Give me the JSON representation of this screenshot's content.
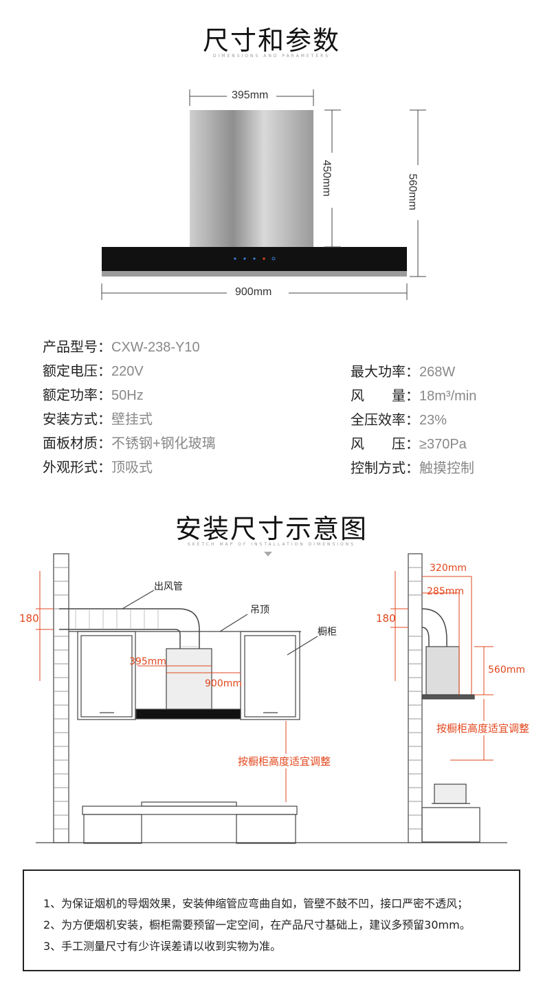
{
  "section1": {
    "title": "尺寸和参数",
    "subtitle": "DIMENSIONS AND PARAMETERS",
    "dims": {
      "width_top": "395mm",
      "height_body": "450mm",
      "height_total": "560mm",
      "width_total": "900mm"
    }
  },
  "specs_left": [
    {
      "label": "产品型号：",
      "value": "CXW-238-Y10"
    },
    {
      "label": "额定电压：",
      "value": "220V"
    },
    {
      "label": "额定功率：",
      "value": "50Hz"
    },
    {
      "label": "安装方式：",
      "value": "壁挂式"
    },
    {
      "label": "面板材质：",
      "value": "不锈钢+钢化玻璃"
    },
    {
      "label": "外观形式：",
      "value": "顶吸式"
    }
  ],
  "specs_right": [
    {
      "label": "最大功率：",
      "value": "268W"
    },
    {
      "label": "风　　量：",
      "value": "18m³/min"
    },
    {
      "label": "全压效率：",
      "value": "23%"
    },
    {
      "label": "风　　压：",
      "value": "≥370Pa"
    },
    {
      "label": "控制方式：",
      "value": "触摸控制"
    }
  ],
  "section2": {
    "title": "安装尺寸示意图",
    "subtitle": "SKETCH MAP OF INSTALLATION DIMENSIONS",
    "labels": {
      "duct": "出风管",
      "ceiling": "吊顶",
      "cabinet": "橱柜",
      "left_180": "180",
      "w395": "395mm",
      "w900": "900mm",
      "adjust_left": "按橱柜高度适宜调整",
      "right_180": "180",
      "d320": "320mm",
      "d285": "285mm",
      "h560": "560mm",
      "adjust_right": "按橱柜高度适宜调整"
    }
  },
  "notes": [
    "1、为保证烟机的导烟效果，安装伸缩管应弯曲自如，管壁不鼓不凹，接口严密不透风；",
    "2、为方便烟机安装，橱柜需要预留一定空间，在产品尺寸基础上，建议多预留30mm。",
    "3、手工测量尺寸有少许误差请以收到实物为准。"
  ],
  "colors": {
    "accent_red": "#e2461c",
    "panel_black": "#111111",
    "steel": "#b5b5b5"
  }
}
